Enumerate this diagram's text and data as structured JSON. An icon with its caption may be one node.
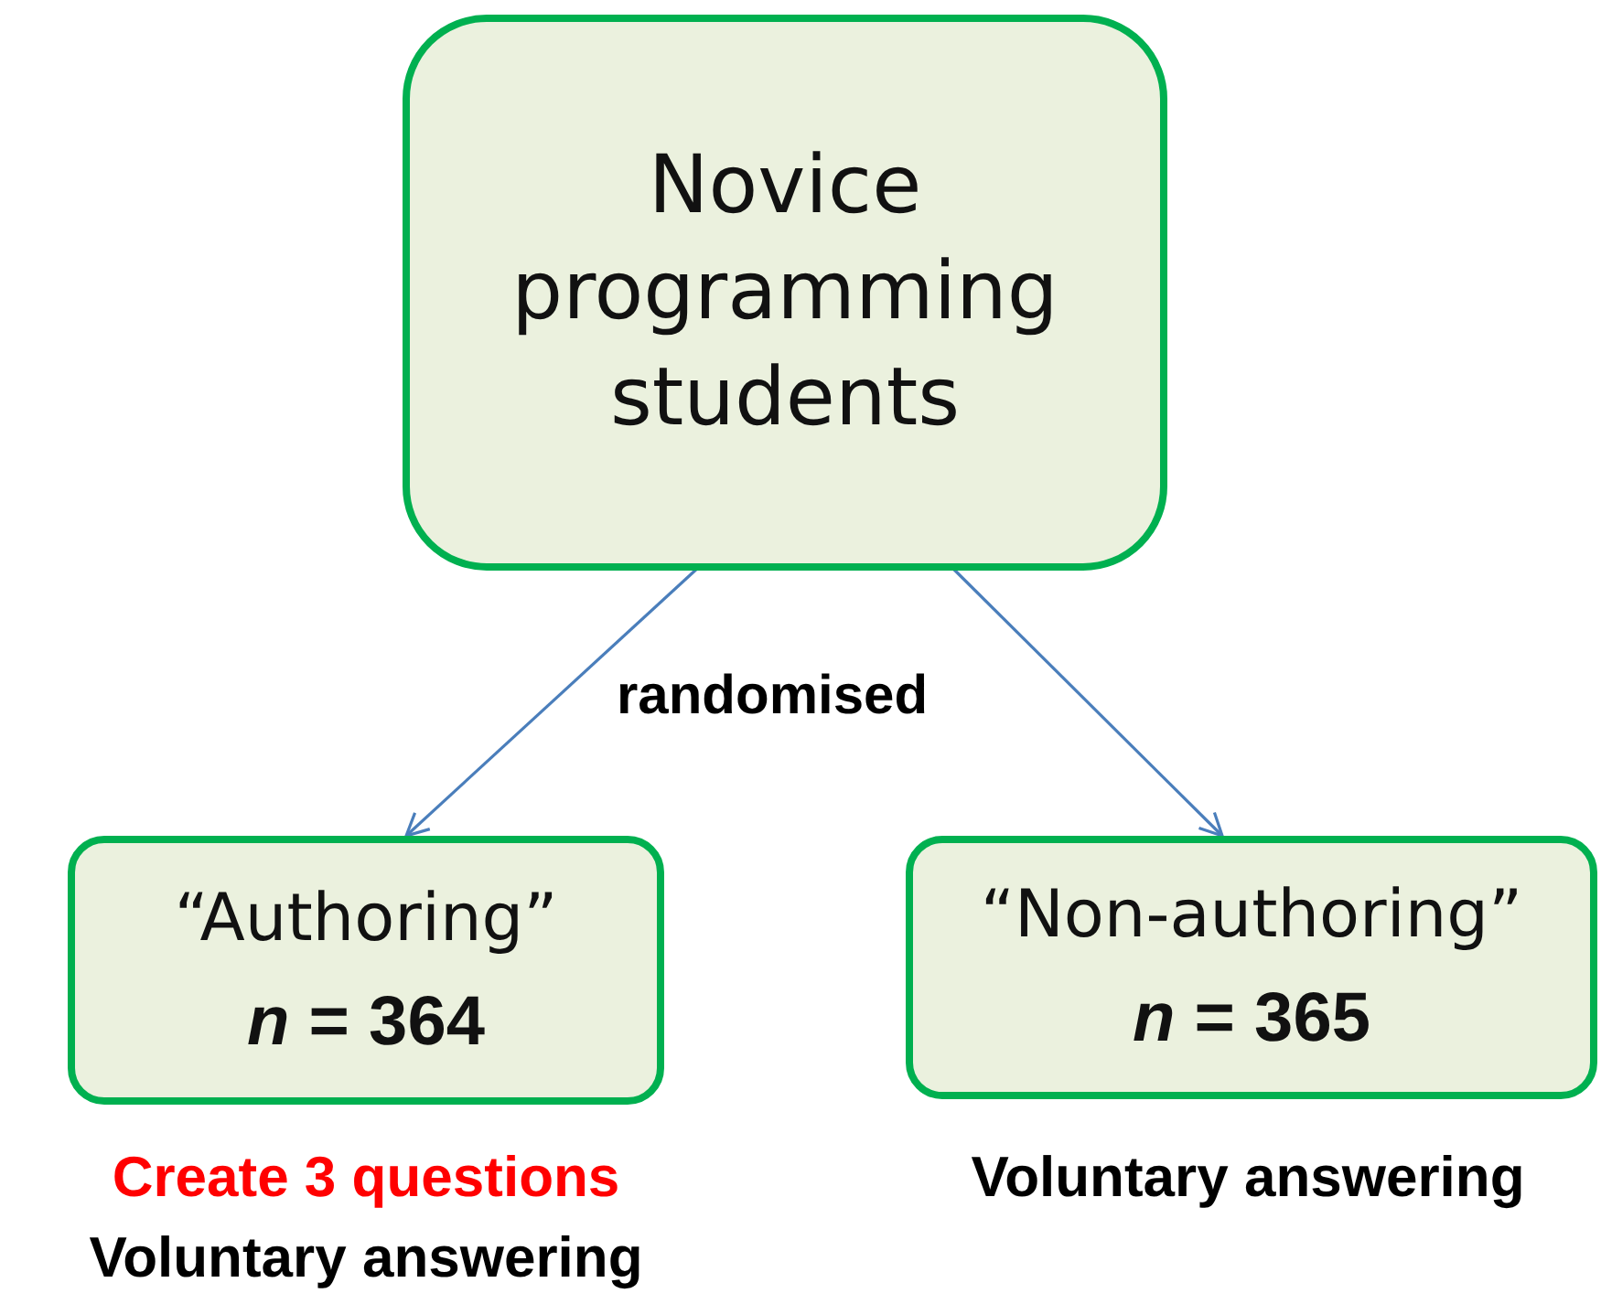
{
  "diagram": {
    "nodes": [
      {
        "text": [
          "Novice programming students"
        ]
      },
      {
        "text": [
          "“Authoring”",
          "*n* = 364"
        ],
        "beside": [
          "Create 3 questions",
          "Voluntary answering"
        ]
      },
      {
        "text": [
          "“Non-authoring”",
          "*n* = 365"
        ],
        "beside": [
          "Voluntary answering"
        ]
      }
    ],
    "edges": [
      {
        "from": 0,
        "to": 1,
        "arrow": "to"
      },
      {
        "from": 0,
        "to": 2,
        "arrow": "to"
      }
    ],
    "labels": [
      "randomised"
    ]
  }
}
